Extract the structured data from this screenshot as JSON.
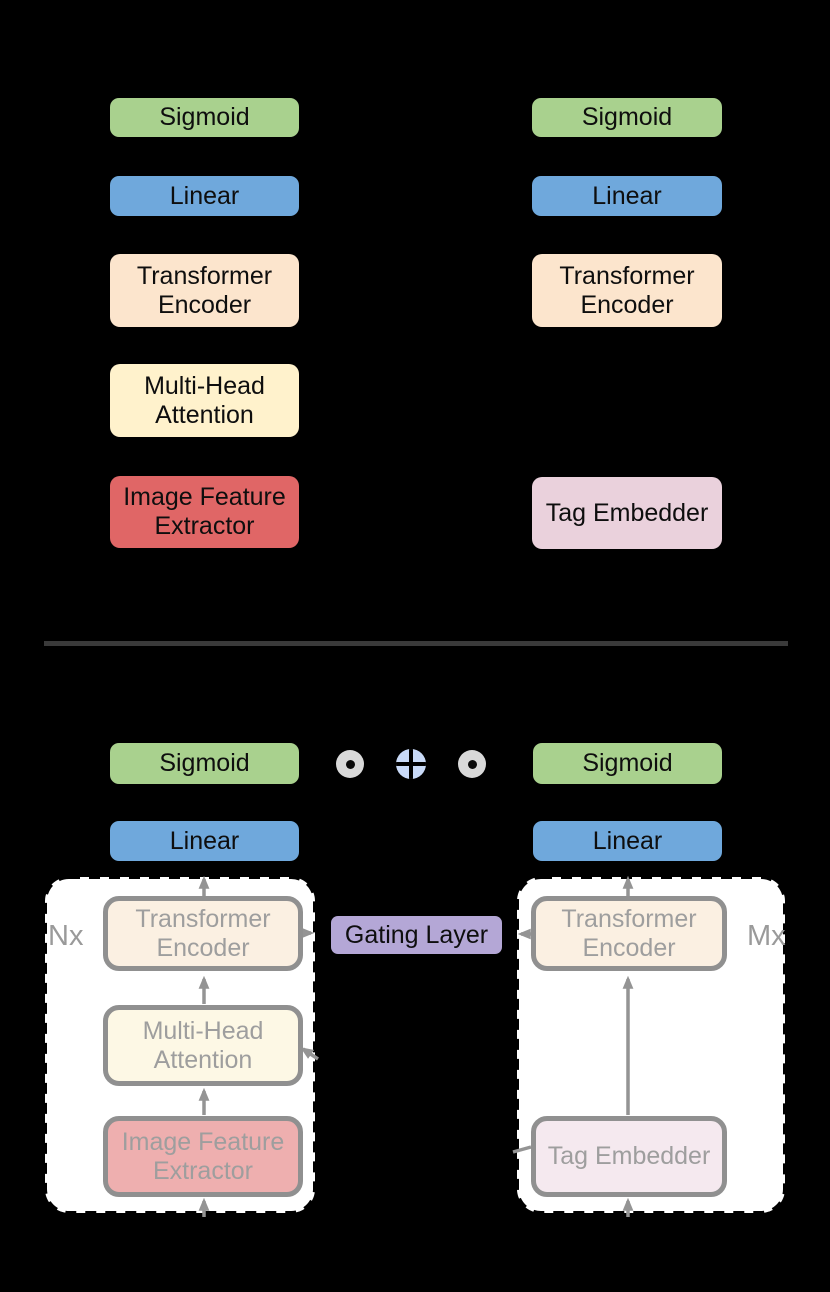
{
  "top": {
    "image_branch": {
      "sigmoid": "Sigmoid",
      "linear": "Linear",
      "transformer_encoder": "Transformer Encoder",
      "multi_head_attention": "Multi-Head Attention",
      "image_feature_extractor": "Image Feature Extractor"
    },
    "tag_branch": {
      "sigmoid": "Sigmoid",
      "linear": "Linear",
      "transformer_encoder": "Transformer Encoder",
      "tag_embedder": "Tag Embedder"
    }
  },
  "bottom": {
    "image_branch": {
      "sigmoid": "Sigmoid",
      "linear": "Linear",
      "transformer_encoder": "Transformer Encoder",
      "multi_head_attention": "Multi-Head Attention",
      "image_feature_extractor": "Image Feature Extractor",
      "repeat_label": "Nx"
    },
    "tag_branch": {
      "sigmoid": "Sigmoid",
      "linear": "Linear",
      "transformer_encoder": "Transformer Encoder",
      "tag_embedder": "Tag Embedder",
      "repeat_label": "Mx"
    },
    "gating_layer": "Gating Layer",
    "operators": [
      {
        "name": "elementwise-product",
        "glyph": "⊙"
      },
      {
        "name": "elementwise-sum",
        "glyph": "⊕"
      },
      {
        "name": "elementwise-product",
        "glyph": "⊙"
      }
    ]
  },
  "colors": {
    "background": "#000000",
    "box_green": "#a9d18e",
    "box_blue": "#6fa8dc",
    "box_peach": "#fce5cd",
    "box_cream": "#fff2cc",
    "box_red": "#e06666",
    "box_pink": "#ead1dc",
    "box_purple": "#b4a7d6",
    "faded_peach": "#fbf0e2",
    "faded_cream": "#fdf8e5",
    "faded_red": "#eeafaf",
    "faded_pink": "#f5e9ef",
    "faded_border": "#909090",
    "faded_text": "#9e9e9e",
    "arrow_gray": "#949494",
    "operator_circle_gray": "#d9d9d9",
    "operator_circle_blue": "#c9daf8",
    "divider_gray": "#3a3a3a",
    "container_fill": "#ffffff",
    "container_border": "#000000"
  }
}
